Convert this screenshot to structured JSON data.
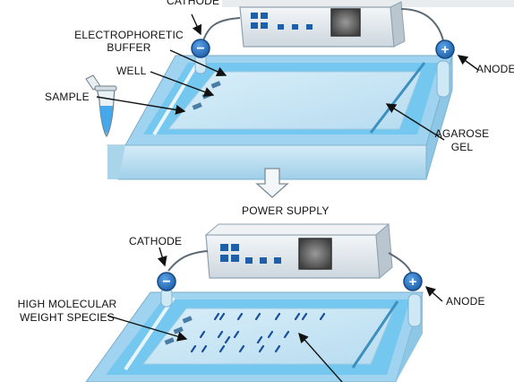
{
  "labels": {
    "cathode_top": "CATHODE",
    "electrophoretic_buffer": [
      "ELECTROPHORETIC",
      "BUFFER"
    ],
    "well": "WELL",
    "sample": "SAMPLE",
    "anode_top": "ANODE",
    "agarose_gel": [
      "AGAROSE",
      "GEL"
    ],
    "power_supply": "POWER SUPPLY",
    "cathode_bottom": "CATHODE",
    "anode_bottom": "ANODE",
    "high_molecular_weight_species": [
      "HIGH MOLECULAR",
      "WEIGHT SPECIES"
    ]
  },
  "symbols": {
    "minus": "−",
    "plus": "+"
  },
  "icons": [
    "power-supply-unit",
    "electrode-minus-icon",
    "electrode-plus-icon",
    "sample-tube-icon",
    "down-arrow-icon"
  ],
  "colors": {
    "tank_outer": "#bfe0f2",
    "tank_inner": "#78c8ef",
    "gel": "#c6e4f4",
    "glow": "#27a8f0",
    "electrode": "#2a6fb6",
    "supply_body": "#e6ecf1",
    "bands": "#1a4f9c"
  }
}
